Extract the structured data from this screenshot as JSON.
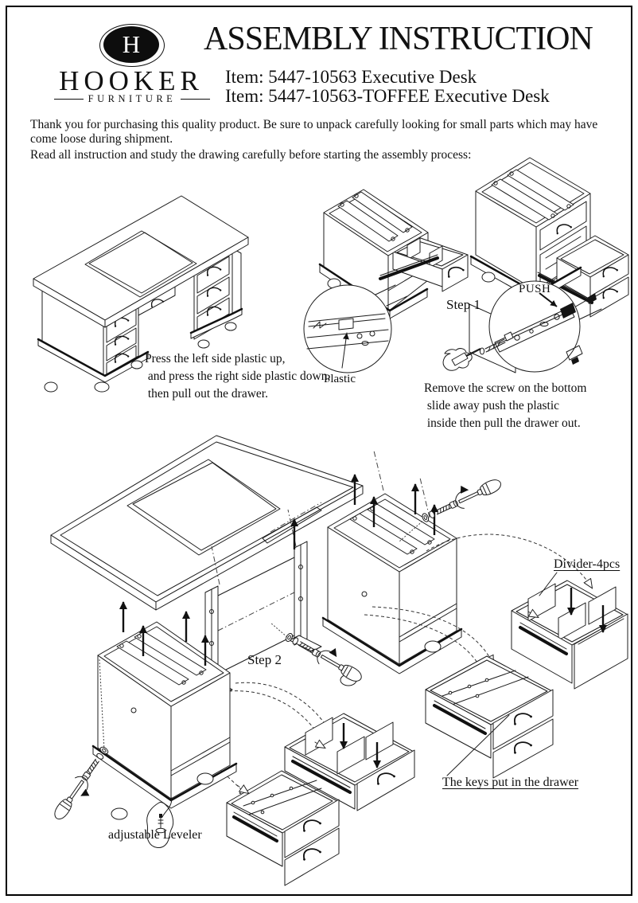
{
  "header": {
    "logo_monogram": "H",
    "brand_name": "HOOKER",
    "brand_subtitle": "FURNITURE",
    "title": "ASSEMBLY INSTRUCTION",
    "item_line_1": "Item: 5447-10563 Executive Desk",
    "item_line_2": "Item: 5447-10563-TOFFEE Executive Desk"
  },
  "intro": {
    "paragraph_1": "Thank you for purchasing this quality product. Be sure to unpack carefully looking for small parts which may have\ncome loose during shipment.",
    "paragraph_2": "Read all instruction and study the drawing carefully before starting the assembly process:"
  },
  "colors": {
    "ink": "#1c1c1c",
    "paper": "#ffffff"
  },
  "diagram_labels": {
    "step_1": "Step 1",
    "step_2": "Step 2",
    "push": "PUSH",
    "plastic": "Plastic",
    "divider": "Divider-4pcs",
    "keys_note": "The keys put in the drawer",
    "leveler": "adjustable Leveler",
    "press_note": "Press the left side plastic up,\n and press the right side plastic down,\n then pull out the drawer.",
    "remove_note": "Remove the screw on the bottom\n slide away push the plastic\n inside then pull the drawer out."
  }
}
